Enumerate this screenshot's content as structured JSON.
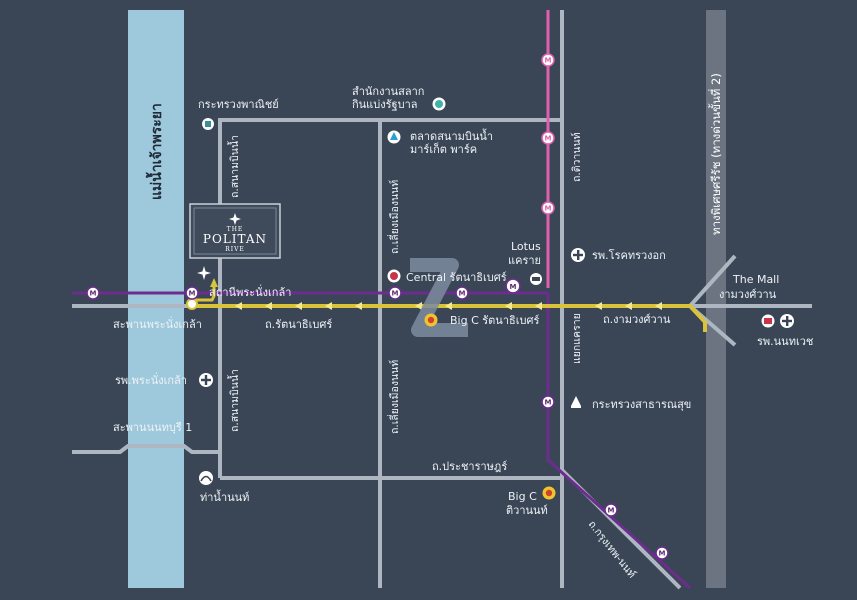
{
  "river": {
    "label": "แม่น้ำเจ้าพระยา",
    "color": "#9ec9dc"
  },
  "expressway": {
    "label": "ทางพิเศษศรีรัช (ทางด่วนขั้นที่ 2)",
    "color": "#6b7480"
  },
  "colors": {
    "background": "#3a4656",
    "road": "#aeb7c1",
    "purple_line": "#6c2d8e",
    "pink_line": "#e060b0",
    "gold_line": "#d8c33a"
  },
  "project": {
    "logo_top": "THE",
    "logo_main": "POLITAN",
    "logo_sub": "RIVE"
  },
  "roads": {
    "ratanathibet_left": "ถ.รัตนาธิเบศร์",
    "ngamwongwan": "ถ.งามวงศ์วาน",
    "sanambinnam_top": "ถ.สนามบินน้ำ",
    "sanambinnam_bottom": "ถ.สนามบินน้ำ",
    "liang_muang_top": "ถ.เลี่ยงเมืองนนท์",
    "liang_muang_bottom": "ถ.เลี่ยงเมืองนนท์",
    "tiwanon": "ถ.ติวานนท์",
    "khae_rai": "แยกแคราย",
    "pracharat": "ถ.ประชาราษฎร์",
    "krungthep_nonthaburi": "ถ.กรุงเทพ-นนท์"
  },
  "places": {
    "commerce": "กระทรวงพาณิชย์",
    "lottery_1": "สำนักงานสลาก",
    "lottery_2": "กินแบ่งรัฐบาล",
    "market_1": "ตลาดสนามบินน้ำ",
    "market_2": "มาร์เก็ต พาร์ค",
    "lotus_1": "Lotus",
    "lotus_2": "แคราย",
    "chest_hospital": "รพ.โรคทรวงอก",
    "mall_1": "The Mall",
    "mall_2": "งามวงศ์วาน",
    "station": "สถานีพระนั่งเกล้า",
    "central": "Central รัตนาธิเบศร์",
    "bigc_rat": "Big C รัตนาธิเบศร์",
    "bridge_pranangklao": "สะพานพระนั่งเกล้า",
    "nonthavej": "รพ.นนทเวช",
    "pranangklao_hospital": "รพ.พระนั่งเกล้า",
    "health_ministry": "กระทรวงสาธารณสุข",
    "bridge_nonthaburi1": "สะพานนนทบุรี 1",
    "pier": "ท่าน้ำนนท์",
    "bigc_tiw_1": "Big C",
    "bigc_tiw_2": "ติวานนท์"
  },
  "icons": {
    "metro_station": "metro-station-icon",
    "hospital": "hospital-cross-icon",
    "government": "government-building-icon",
    "shopping": "shopping-icon",
    "pier": "pier-icon",
    "central": "central-logo-icon",
    "bigc": "bigc-logo-icon",
    "market": "market-icon",
    "lottery": "lottery-office-icon",
    "commerce": "commerce-ministry-icon",
    "star": "project-star-icon"
  },
  "metro": {
    "letter": "M"
  }
}
